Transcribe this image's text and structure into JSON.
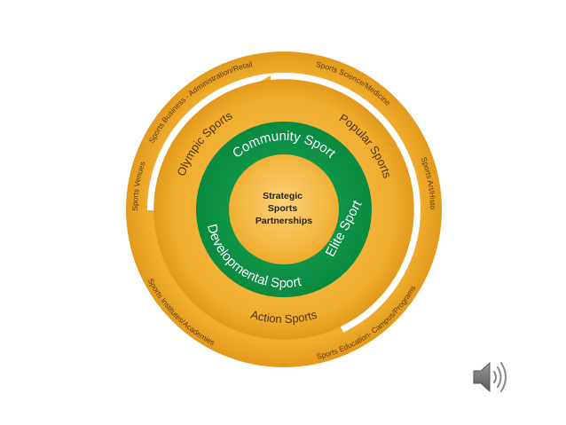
{
  "diagram": {
    "center_lines": [
      "Strategic",
      "Sports",
      "Partnerships"
    ],
    "green_ring": {
      "community": "Community Sport",
      "developmental": "Developmental Sport",
      "elite": "Elite Sport"
    },
    "middle_ring": {
      "olympic": "Olympic Sports",
      "popular": "Popular Sports",
      "action": "Action Sports"
    },
    "outer_ring": {
      "business": "Sports Business - Administration/Retail",
      "science": "Sports Science/Medicine",
      "art": "Sports Art/History",
      "education": "Sports Education- Campus/Programs",
      "institutes": "Sports Institutes/Academies",
      "venues": "Sports Venues"
    }
  },
  "colors": {
    "gold": "#f2b334",
    "gold_dark": "#e79f1c",
    "gold_light": "#f7c75a",
    "green": "#0f9b4a",
    "green_dark": "#0b7f3b",
    "white": "#ffffff"
  },
  "icons": {
    "audio": "speaker-icon"
  }
}
